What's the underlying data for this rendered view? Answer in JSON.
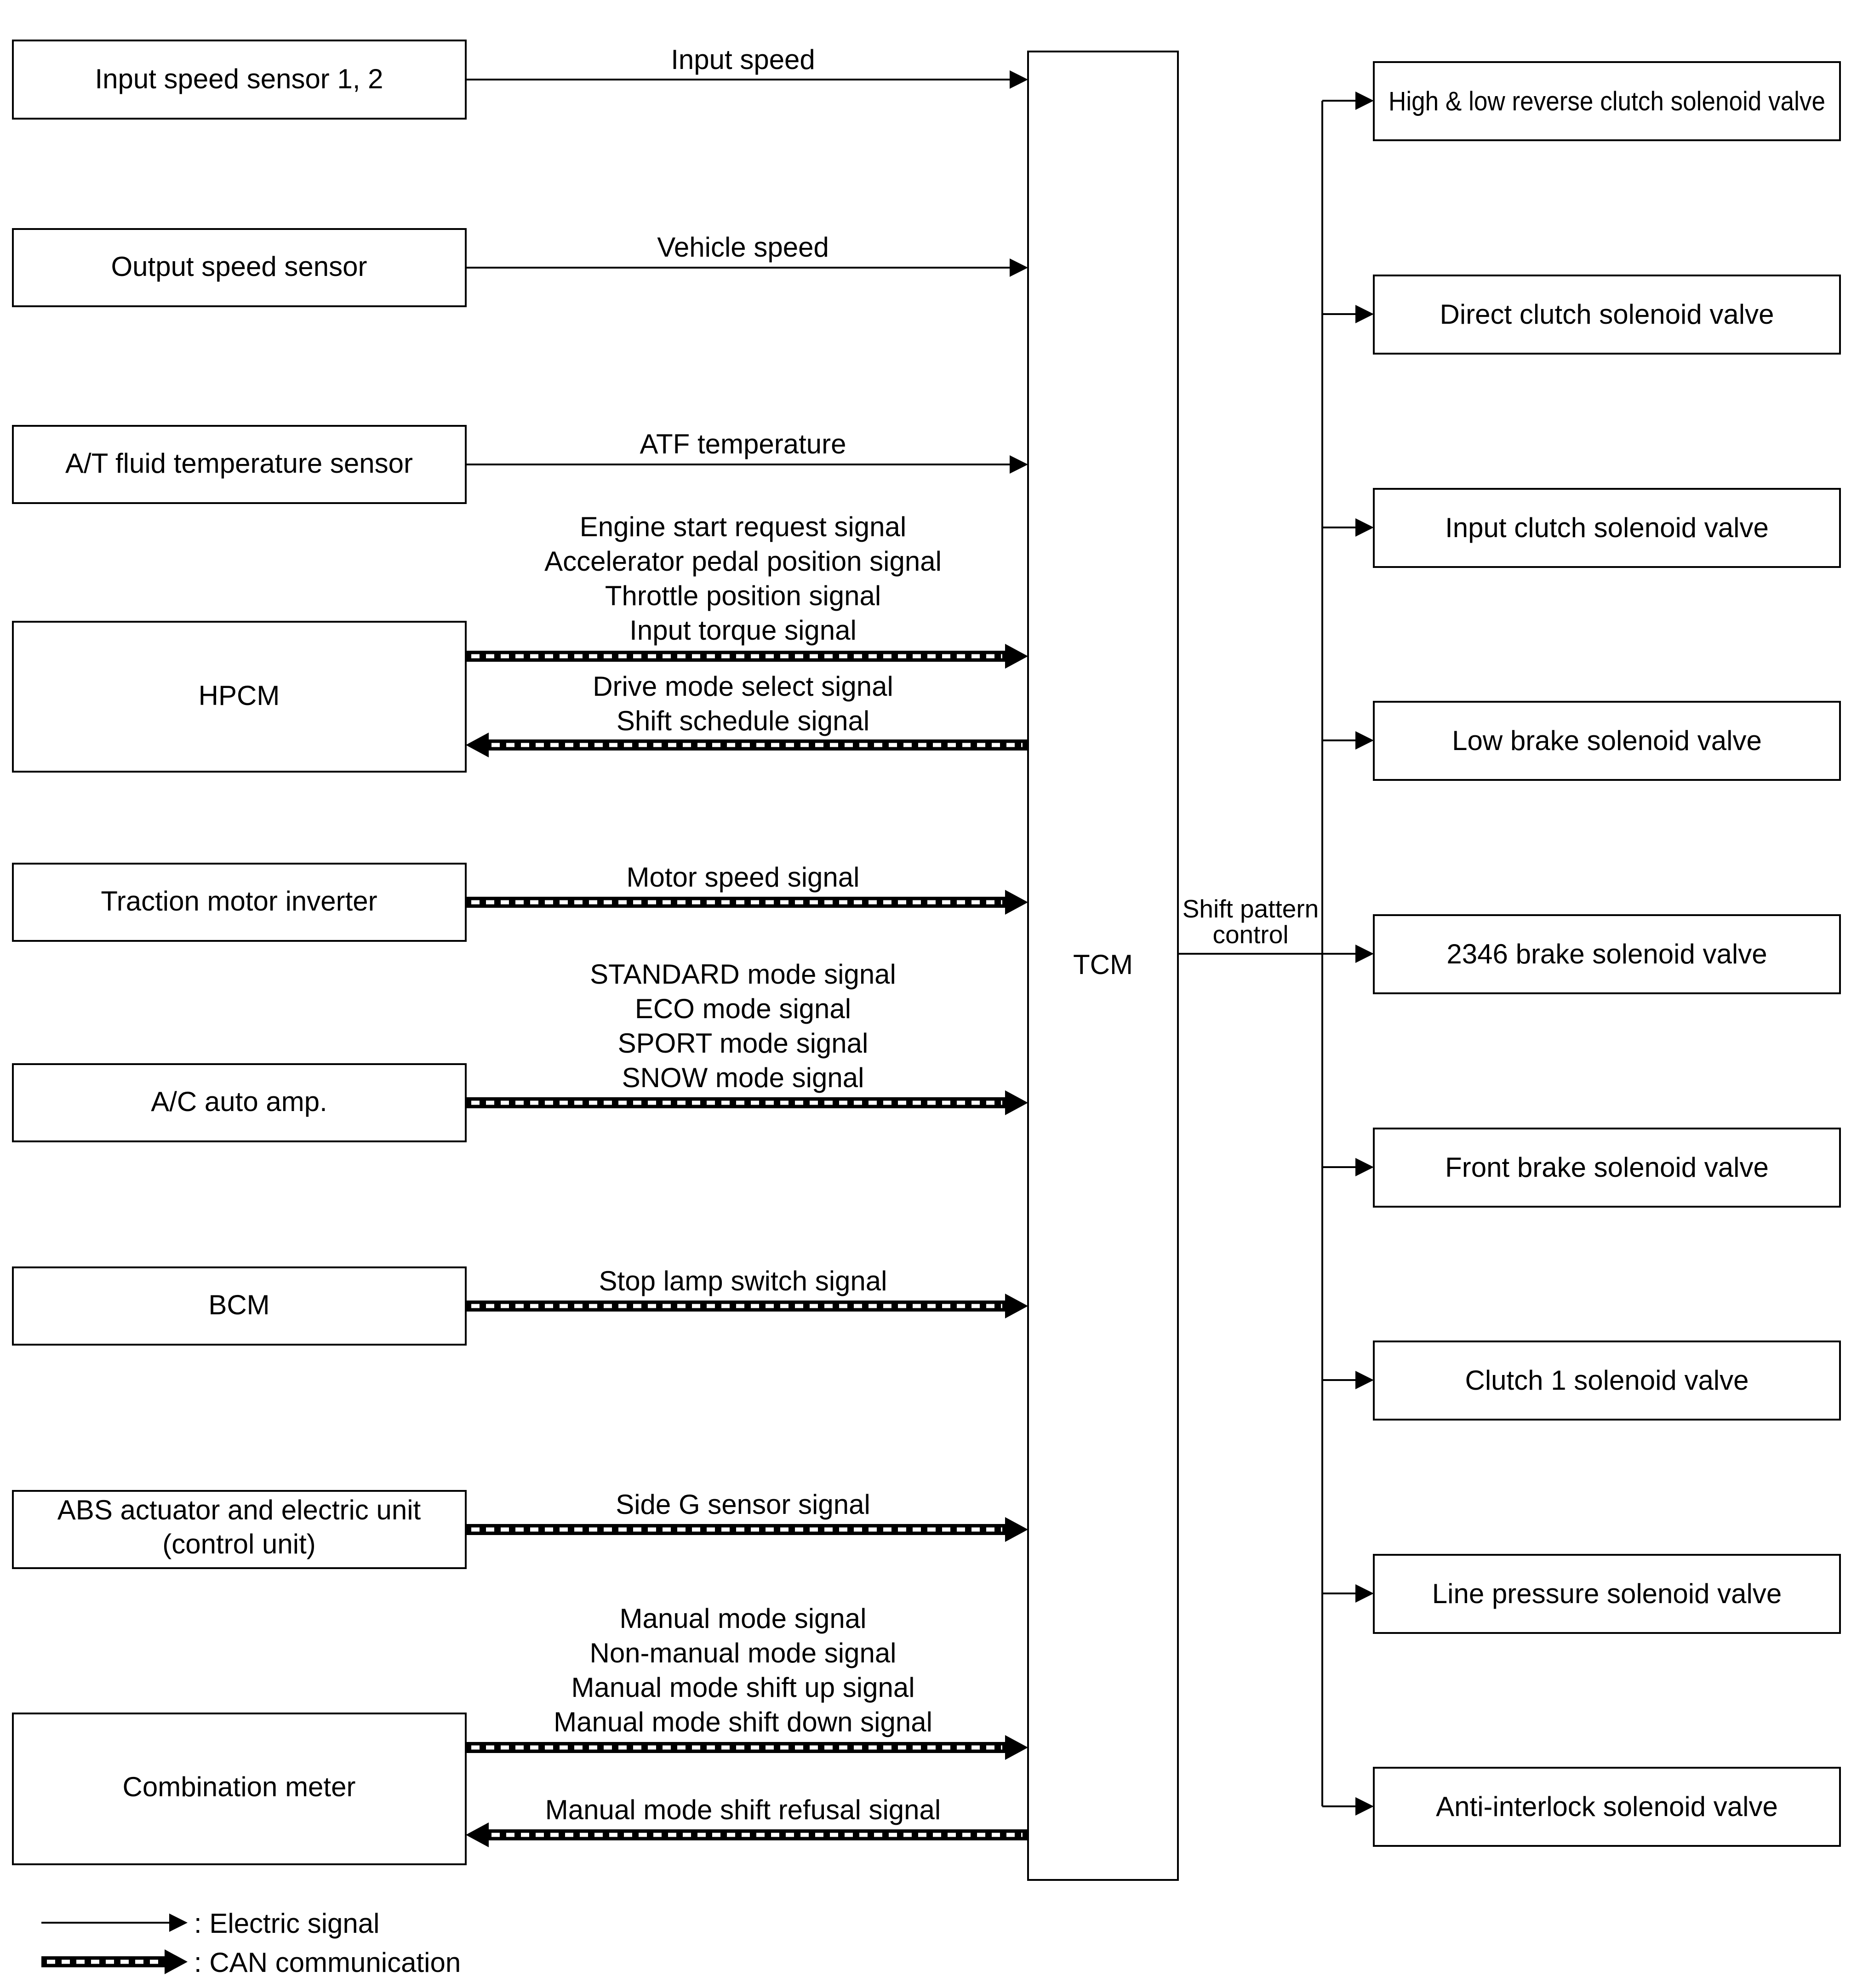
{
  "inputs": {
    "input_speed_sensor": {
      "label": "Input speed sensor 1, 2",
      "signals": [
        "Input speed"
      ]
    },
    "output_speed_sensor": {
      "label": "Output speed sensor",
      "signals": [
        "Vehicle speed"
      ]
    },
    "atf_temp_sensor": {
      "label": "A/T fluid temperature sensor",
      "signals": [
        "ATF temperature"
      ]
    },
    "hpcm": {
      "label": "HPCM",
      "to_tcm": [
        "Engine start request signal",
        "Accelerator pedal position signal",
        "Throttle position signal",
        "Input torque signal"
      ],
      "from_tcm": [
        "Drive mode select signal",
        "Shift schedule signal"
      ]
    },
    "traction_motor_inverter": {
      "label": "Traction motor inverter",
      "signals": [
        "Motor speed signal"
      ]
    },
    "ac_auto_amp": {
      "label": "A/C auto amp.",
      "signals": [
        "STANDARD mode signal",
        "ECO mode signal",
        "SPORT mode signal",
        "SNOW mode signal"
      ]
    },
    "bcm": {
      "label": "BCM",
      "signals": [
        "Stop lamp switch signal"
      ]
    },
    "abs": {
      "label_line1": "ABS actuator and electric unit",
      "label_line2": "(control unit)",
      "signals": [
        "Side G sensor signal"
      ]
    },
    "combination_meter": {
      "label": "Combination meter",
      "to_tcm": [
        "Manual mode signal",
        "Non-manual mode signal",
        "Manual mode shift up signal",
        "Manual mode shift down signal"
      ],
      "from_tcm": [
        "Manual mode shift refusal signal"
      ]
    }
  },
  "tcm": {
    "label": "TCM"
  },
  "output_bus": {
    "label_line1": "Shift pattern",
    "label_line2": "control"
  },
  "outputs": [
    "High & low reverse clutch solenoid valve",
    "Direct clutch solenoid valve",
    "Input clutch solenoid valve",
    "Low brake solenoid valve",
    "2346 brake solenoid valve",
    "Front brake solenoid valve",
    "Clutch 1 solenoid valve",
    "Line pressure solenoid valve",
    "Anti-interlock solenoid valve"
  ],
  "legend": {
    "electric": ": Electric signal",
    "can": ": CAN communication"
  }
}
